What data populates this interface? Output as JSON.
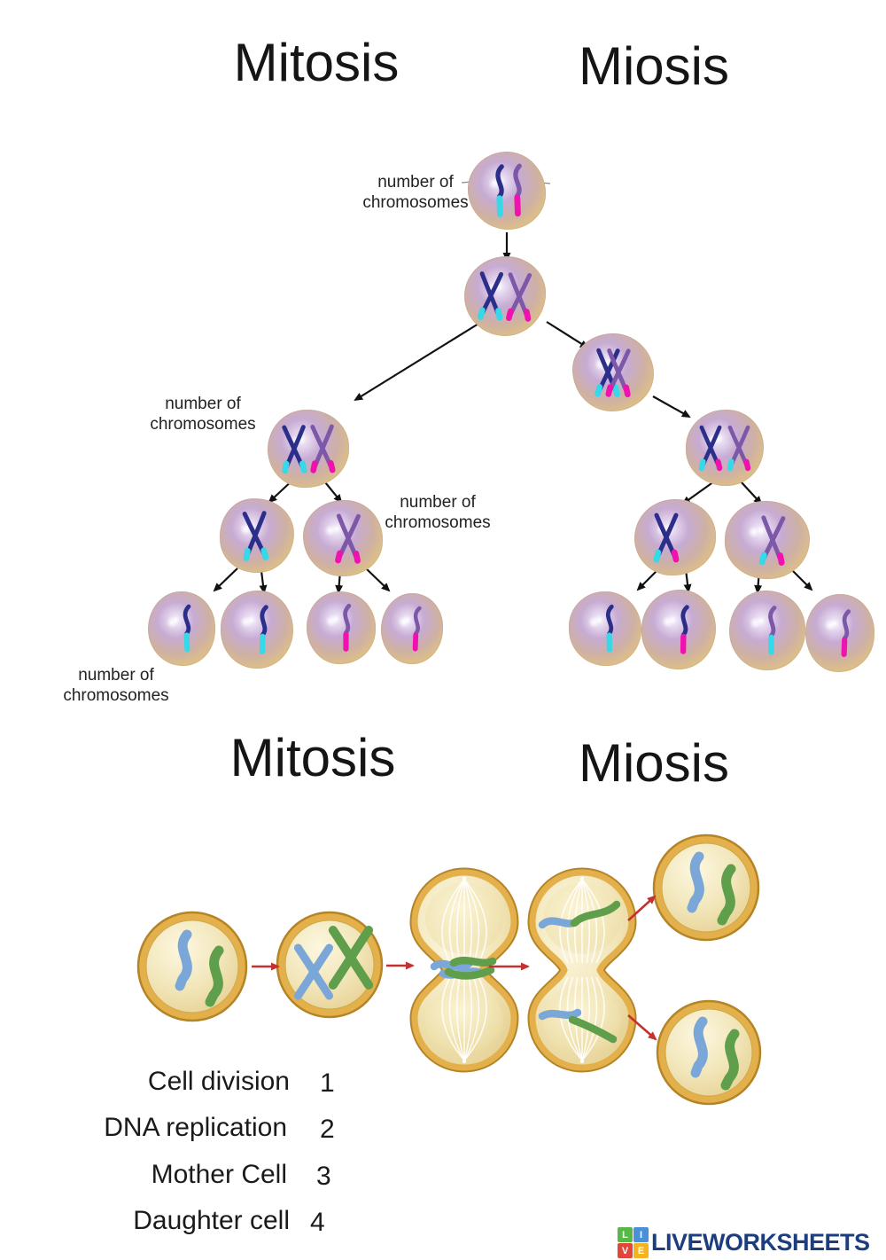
{
  "titles": {
    "top_left": "Mitosis",
    "top_right": "Miosis",
    "bottom_left": "Mitosis",
    "bottom_right": "Miosis"
  },
  "chromosome_labels": [
    {
      "id": "label-parent",
      "text": "number of chromosomes"
    },
    {
      "id": "label-mitosis-div1",
      "text": "number of chromosomes"
    },
    {
      "id": "label-mitosis-div2",
      "text": "number of chromosomes"
    },
    {
      "id": "label-mitosis-final",
      "text": "number of chromosomes"
    }
  ],
  "top_diagram": {
    "description": "Comparison tree of mitosis (left) and meiosis (right): one parent cell duplicates its chromosomes, then divides; mitosis yields cells with identical chromatids, meiosis shows crossing over and yields four recombinant cells.",
    "cells": [
      {
        "id": "mother-cell",
        "chromosomes": [
          {
            "form": "strand",
            "body": "navy",
            "tip": "cyan"
          },
          {
            "form": "strand",
            "body": "purple",
            "tip": "magenta"
          }
        ]
      },
      {
        "id": "dna-replicated-cell",
        "chromosomes": [
          {
            "form": "x",
            "body": "navy",
            "tips": [
              "cyan",
              "cyan"
            ]
          },
          {
            "form": "x",
            "body": "purple",
            "tips": [
              "magenta",
              "magenta"
            ]
          }
        ]
      },
      {
        "id": "mitosis-metaphase-cell",
        "chromosomes": [
          {
            "form": "x",
            "body": "navy",
            "tips": [
              "cyan",
              "cyan"
            ]
          },
          {
            "form": "x",
            "body": "purple",
            "tips": [
              "magenta",
              "magenta"
            ]
          }
        ]
      },
      {
        "id": "meiosis-crossover-cell",
        "chromosomes": [
          {
            "form": "x",
            "body": "navy",
            "tips": [
              "cyan",
              "cyan"
            ]
          },
          {
            "form": "x",
            "body": "purple",
            "tips": [
              "magenta",
              "magenta"
            ]
          }
        ]
      },
      {
        "id": "meiosis-recombined-cell",
        "chromosomes": [
          {
            "form": "x",
            "body": "navy",
            "tips": [
              "cyan",
              "magenta"
            ]
          },
          {
            "form": "x",
            "body": "purple",
            "tips": [
              "cyan",
              "magenta"
            ]
          }
        ]
      },
      {
        "id": "mitosis-div1-left-cell",
        "chromosomes": [
          {
            "form": "x",
            "body": "navy",
            "tips": [
              "cyan",
              "cyan"
            ]
          }
        ]
      },
      {
        "id": "mitosis-div1-right-cell",
        "chromosomes": [
          {
            "form": "x",
            "body": "purple",
            "tips": [
              "magenta",
              "magenta"
            ]
          }
        ]
      },
      {
        "id": "meiosis-div1-left-cell",
        "chromosomes": [
          {
            "form": "x",
            "body": "navy",
            "tips": [
              "cyan",
              "magenta"
            ]
          }
        ]
      },
      {
        "id": "meiosis-div1-right-cell",
        "chromosomes": [
          {
            "form": "x",
            "body": "purple",
            "tips": [
              "cyan",
              "magenta"
            ]
          }
        ]
      },
      {
        "id": "mitosis-final-cell-1",
        "chromosomes": [
          {
            "form": "strand",
            "body": "navy",
            "tip": "cyan"
          }
        ]
      },
      {
        "id": "mitosis-final-cell-2",
        "chromosomes": [
          {
            "form": "strand",
            "body": "navy",
            "tip": "cyan"
          }
        ]
      },
      {
        "id": "mitosis-final-cell-3",
        "chromosomes": [
          {
            "form": "strand",
            "body": "purple",
            "tip": "magenta"
          }
        ]
      },
      {
        "id": "mitosis-final-cell-4",
        "chromosomes": [
          {
            "form": "strand",
            "body": "purple",
            "tip": "magenta"
          }
        ]
      },
      {
        "id": "meiosis-final-cell-1",
        "chromosomes": [
          {
            "form": "strand",
            "body": "navy",
            "tip": "cyan"
          }
        ]
      },
      {
        "id": "meiosis-final-cell-2",
        "chromosomes": [
          {
            "form": "strand",
            "body": "navy",
            "tip": "magenta"
          }
        ]
      },
      {
        "id": "meiosis-final-cell-3",
        "chromosomes": [
          {
            "form": "strand",
            "body": "purple",
            "tip": "cyan"
          }
        ]
      },
      {
        "id": "meiosis-final-cell-4",
        "chromosomes": [
          {
            "form": "strand",
            "body": "purple",
            "tip": "magenta"
          }
        ]
      }
    ]
  },
  "bottom_diagram": {
    "description": "Mitosis sequence: mother cell with two chromosomes, DNA replication, metaphase/cytokinesis in a pinched dividing cell with spindle fibers, and two daughter cells each with two chromosomes."
  },
  "matching": {
    "rows": [
      {
        "label": "Cell division",
        "number": "1"
      },
      {
        "label": "DNA replication",
        "number": "2"
      },
      {
        "label": "Mother Cell",
        "number": "3"
      },
      {
        "label": "Daughter cell",
        "number": "4"
      }
    ]
  },
  "footer": {
    "logo_text": "LIVEWORKSHEETS",
    "logo_blocks": [
      {
        "letter": "L",
        "color": "#58b847"
      },
      {
        "letter": "I",
        "color": "#4a90d9"
      },
      {
        "letter": "V",
        "color": "#e2453a"
      },
      {
        "letter": "E",
        "color": "#f5b31c"
      }
    ]
  },
  "colors": {
    "navy": "#2b2f8a",
    "purple": "#7d57a8",
    "cyan": "#35d9e8",
    "magenta": "#f012ae",
    "black_arrow": "#111111",
    "red_arrow": "#c53030",
    "gold_ring": "#e3b04b",
    "gold_ring_edge": "#b48427",
    "cell_inner": "#f2e6ba",
    "blue_strand": "#7aa7d8",
    "green_strand": "#5f9e4b",
    "logo_navy": "#1d3e7e"
  }
}
